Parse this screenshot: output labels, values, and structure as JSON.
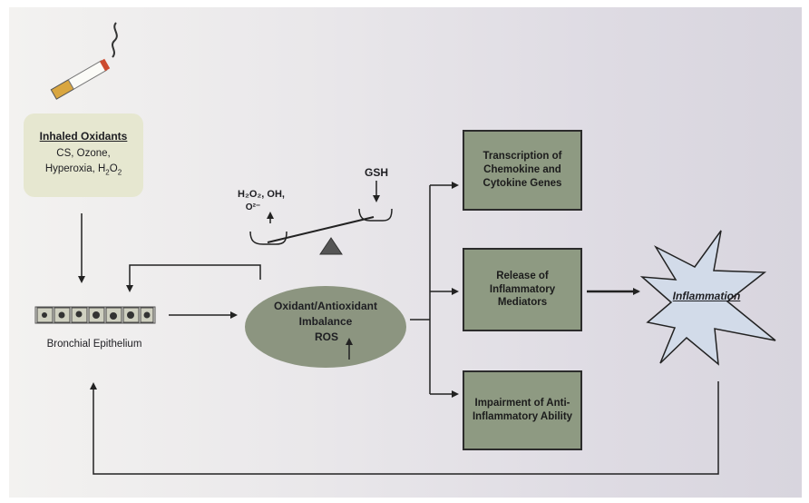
{
  "inhaled_oxidants": {
    "title": "Inhaled Oxidants",
    "line1": "CS, Ozone,",
    "line2_prefix": "Hyperoxia, H",
    "line2_mid": "O",
    "sub": "2"
  },
  "bronchial_epithelium": "Bronchial Epithelium",
  "balance": {
    "left_line1": "H₂O₂, OH,",
    "left_line2": "O²⁻",
    "right": "GSH"
  },
  "imbalance": {
    "line1": "Oxidant/Antioxidant",
    "line2": "Imbalance",
    "line3": "ROS"
  },
  "boxes": {
    "transcription": "Transcription of Chemokine and Cytokine Genes",
    "release": "Release of Inflammatory Mediators",
    "impairment": "Impairment of Anti-Inflammatory Ability"
  },
  "inflammation": "Inflammation",
  "colors": {
    "box_fill": "#8e9a82",
    "ellipse_fill": "#8c9580",
    "oxidant_box_fill": "#e6e7d0",
    "star_fill": "#d2dbe9"
  }
}
